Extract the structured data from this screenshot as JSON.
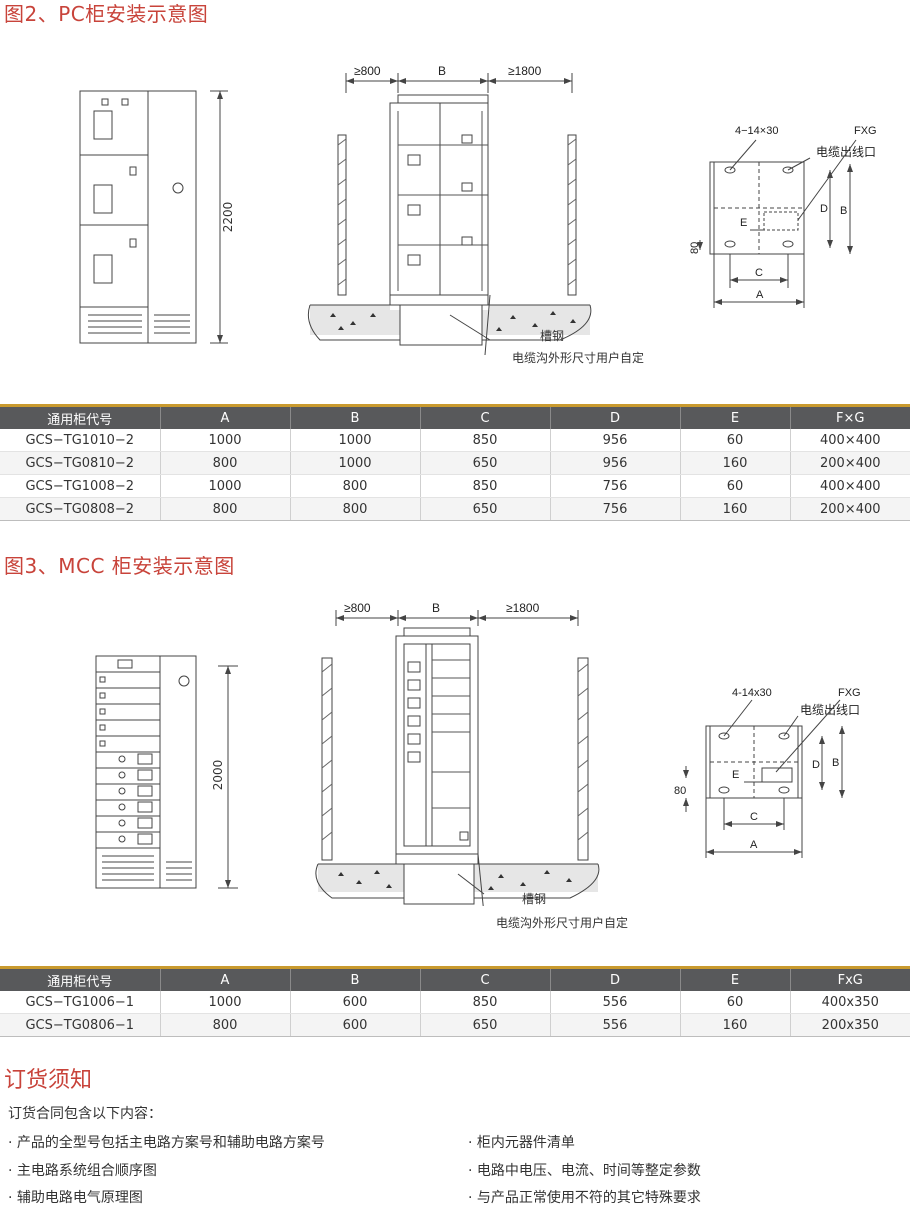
{
  "fig2": {
    "title": "图2、PC柜安装示意图",
    "dim_2200": "2200",
    "dim_left": "≥800",
    "dim_b": "B",
    "dim_right": "≥1800",
    "label_channel": "槽钢",
    "label_trench": "电缆沟外形尺寸用户自定",
    "plan_holes": "4−14×30",
    "plan_fxg": "FXG",
    "plan_outlet": "电缆出线口",
    "plan_d": "D",
    "plan_b": "B",
    "plan_e": "E",
    "plan_80": "80",
    "plan_c": "C",
    "plan_a": "A"
  },
  "table1": {
    "headers": [
      "通用柜代号",
      "A",
      "B",
      "C",
      "D",
      "E",
      "F×G"
    ],
    "rows": [
      [
        "GCS−TG1010−2",
        "1000",
        "1000",
        "850",
        "956",
        "60",
        "400×400"
      ],
      [
        "GCS−TG0810−2",
        "800",
        "1000",
        "650",
        "956",
        "160",
        "200×400"
      ],
      [
        "GCS−TG1008−2",
        "1000",
        "800",
        "850",
        "756",
        "60",
        "400×400"
      ],
      [
        "GCS−TG0808−2",
        "800",
        "800",
        "650",
        "756",
        "160",
        "200×400"
      ]
    ]
  },
  "fig3": {
    "title": "图3、MCC 柜安装示意图",
    "dim_2000": "2000",
    "dim_left": "≥800",
    "dim_b": "B",
    "dim_right": "≥1800",
    "label_channel": "槽钢",
    "label_trench": "电缆沟外形尺寸用户自定",
    "plan_holes": "4-14x30",
    "plan_fxg": "FXG",
    "plan_outlet": "电缆出线口",
    "plan_d": "D",
    "plan_b": "B",
    "plan_e": "E",
    "plan_80": "80",
    "plan_c": "C",
    "plan_a": "A"
  },
  "table2": {
    "headers": [
      "通用柜代号",
      "A",
      "B",
      "C",
      "D",
      "E",
      "FxG"
    ],
    "rows": [
      [
        "GCS−TG1006−1",
        "1000",
        "600",
        "850",
        "556",
        "60",
        "400x350"
      ],
      [
        "GCS−TG0806−1",
        "800",
        "600",
        "650",
        "556",
        "160",
        "200x350"
      ]
    ]
  },
  "notice": {
    "title": "订货须知",
    "intro": "订货合同包含以下内容：",
    "left_items": [
      "· 产品的全型号包括主电路方案号和辅助电路方案号",
      "· 主电路系统组合顺序图",
      "· 辅助电路电气原理图"
    ],
    "right_items": [
      "· 柜内元器件清单",
      "· 电路中电压、电流、时间等整定参数",
      "· 与产品正常使用不符的其它特殊要求"
    ]
  },
  "colors": {
    "accent": "#c8433a",
    "table_header": "#58595b",
    "table_rule": "#c99a2e"
  }
}
